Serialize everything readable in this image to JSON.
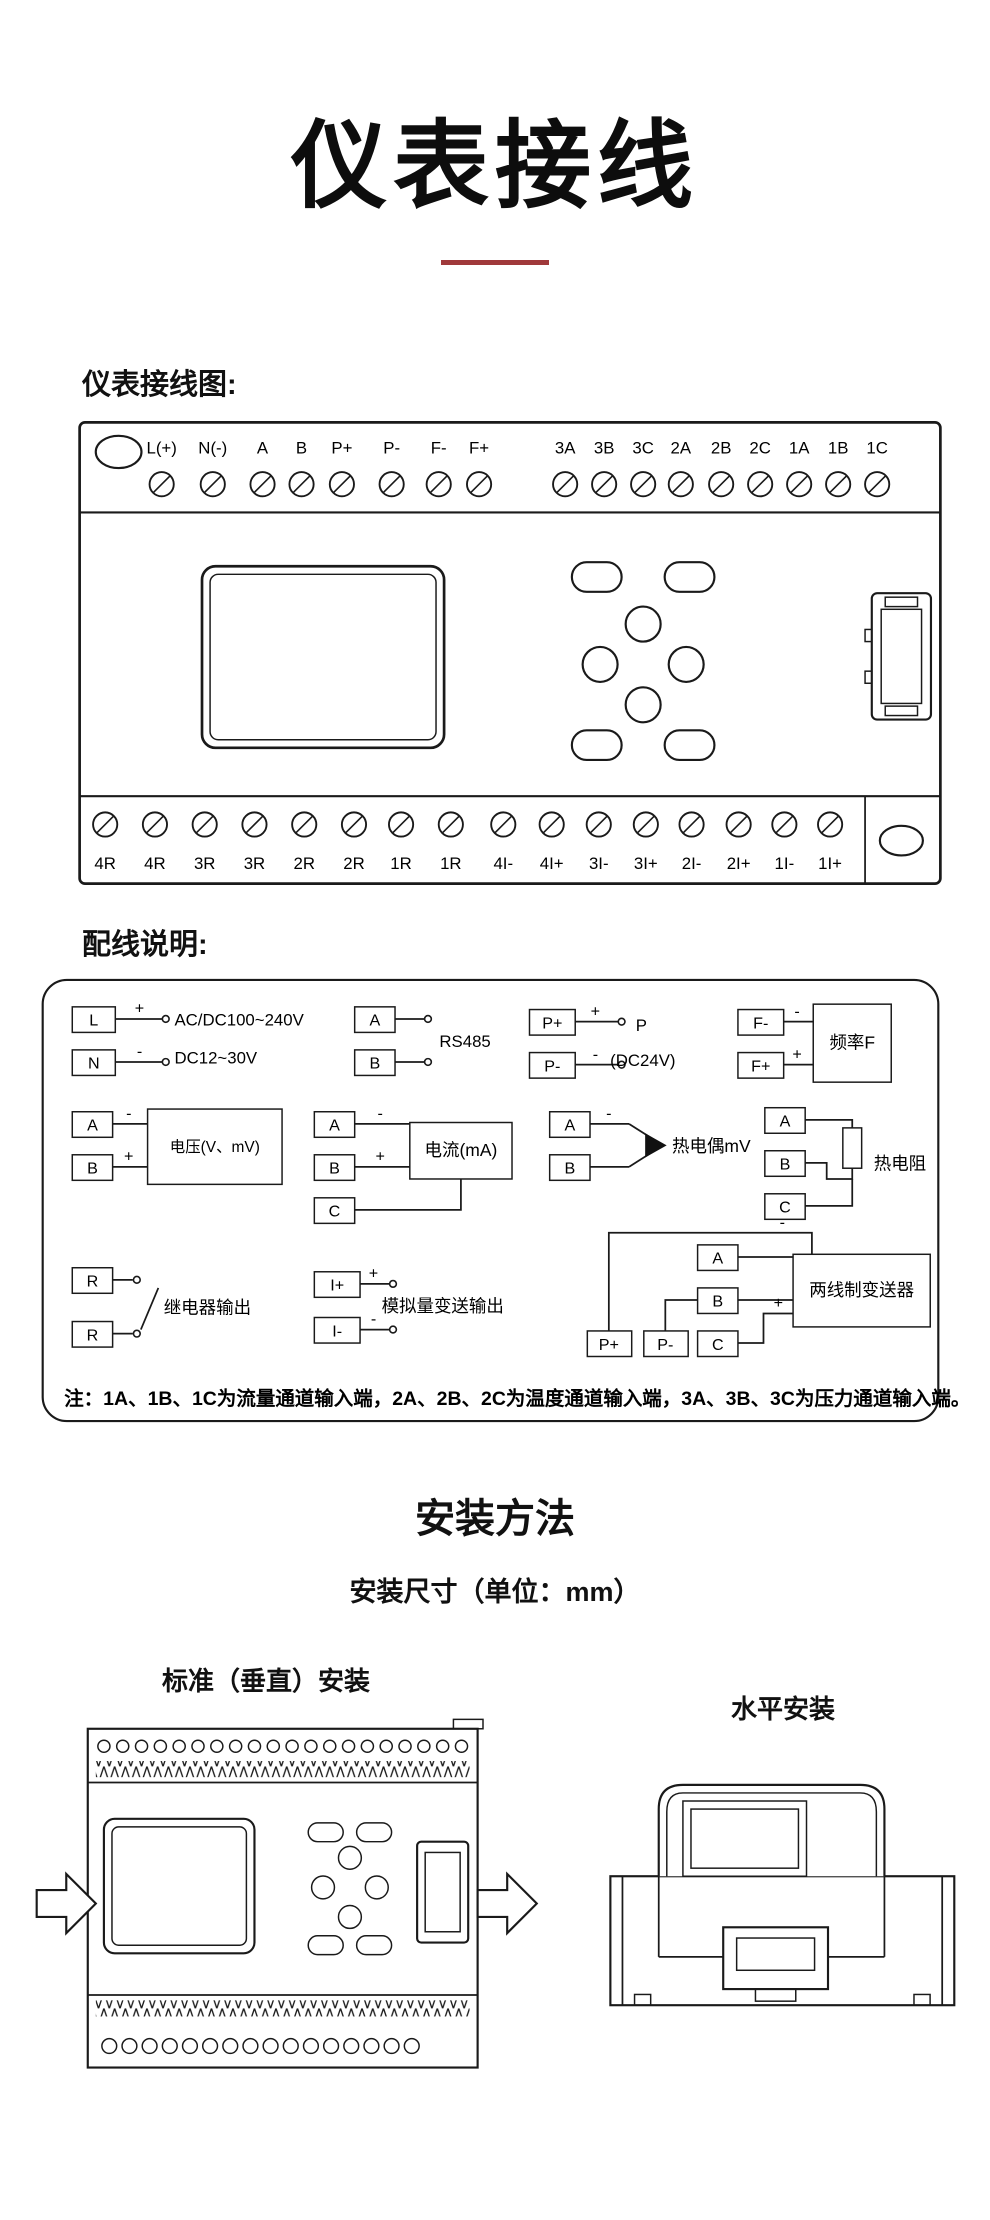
{
  "page": {
    "title": "仪表接线",
    "wiring_diagram_label": "仪表接线图:",
    "wiring_legend_label": "配线说明:",
    "install_title": "安装方法",
    "install_subtitle": "安装尺寸（单位：mm）",
    "vertical_install_label": "标准（垂直）安装",
    "horizontal_install_label": "水平安装",
    "accent_color": "#a0393b"
  },
  "terminal_diagram": {
    "top_terminals": [
      "L(+)",
      "N(-)",
      "A",
      "B",
      "P+",
      "P-",
      "F-",
      "F+",
      "3A",
      "3B",
      "3C",
      "2A",
      "2B",
      "2C",
      "1A",
      "1B",
      "1C"
    ],
    "bottom_terminals": [
      "4R",
      "4R",
      "3R",
      "3R",
      "2R",
      "2R",
      "1R",
      "1R",
      "4I-",
      "4I+",
      "3I-",
      "3I+",
      "2I-",
      "2I+",
      "1I-",
      "1I+"
    ]
  },
  "wiring_legend": {
    "power": {
      "t1": "L",
      "t2": "N",
      "plus": "+",
      "minus": "-",
      "line1": "AC/DC100~240V",
      "line2": "DC12~30V"
    },
    "rs485": {
      "t1": "A",
      "t2": "B",
      "label": "RS485"
    },
    "p24": {
      "t1": "P+",
      "t2": "P-",
      "plus": "+",
      "minus": "-",
      "line1": "P",
      "line2": "(DC24V)"
    },
    "frequency": {
      "t1": "F-",
      "t2": "F+",
      "minus": "-",
      "plus": "+",
      "box": "频率F"
    },
    "voltage": {
      "t1": "A",
      "t2": "B",
      "minus": "-",
      "plus": "+",
      "box": "电压(V、mV)"
    },
    "current": {
      "t1": "A",
      "t2": "B",
      "t3": "C",
      "minus": "-",
      "plus": "+",
      "box": "电流(mA)"
    },
    "thermocouple": {
      "t1": "A",
      "t2": "B",
      "minus": "-",
      "label": "热电偶mV"
    },
    "rtd": {
      "t1": "A",
      "t2": "B",
      "t3": "C",
      "label": "热电阻"
    },
    "relay": {
      "t1": "R",
      "t2": "R",
      "label": "继电器输出"
    },
    "analog_output": {
      "t1": "I+",
      "t2": "I-",
      "plus": "+",
      "minus": "-",
      "label": "模拟量变送输出"
    },
    "transmitter": {
      "t1": "A",
      "t2": "B",
      "t3": "C",
      "t4": "P+",
      "t5": "P-",
      "minus": "-",
      "plus": "+",
      "box": "两线制变送器"
    },
    "note": "注：1A、1B、1C为流量通道输入端，2A、2B、2C为温度通道输入端，3A、3B、3C为压力通道输入端。"
  }
}
